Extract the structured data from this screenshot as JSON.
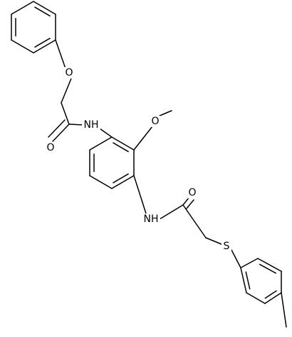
{
  "molecule": {
    "line_color": "#000000",
    "background": "#ffffff",
    "atom_labels": {
      "o_ether": "O",
      "nh_top": "NH",
      "o_carbonyl_top": "O",
      "o_methoxy": "O",
      "nh_bottom": "NH",
      "o_carbonyl_bottom": "O",
      "s_thioether": "S"
    }
  }
}
